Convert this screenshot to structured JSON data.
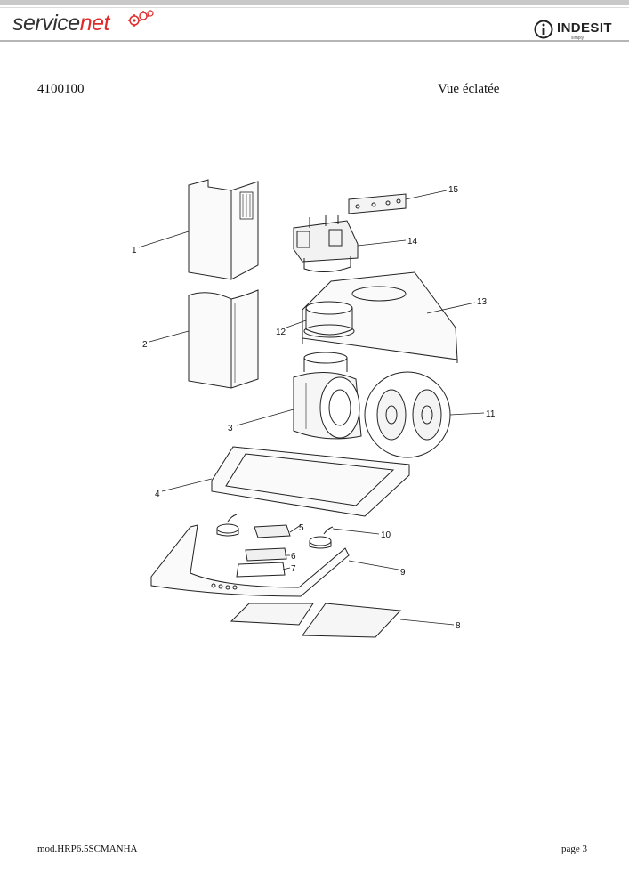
{
  "header": {
    "brand_left_a": "service",
    "brand_left_b": "net",
    "brand_right": "INDESIT",
    "brand_right_tagline": "simply"
  },
  "document": {
    "code": "4100100",
    "title": "Vue éclatée"
  },
  "parts": [
    "1",
    "2",
    "3",
    "4",
    "5",
    "6",
    "7",
    "8",
    "9",
    "10",
    "11",
    "12",
    "13",
    "14",
    "15"
  ],
  "footer": {
    "model": "mod.HRP6.5SCMANHA",
    "page": "page 3"
  }
}
